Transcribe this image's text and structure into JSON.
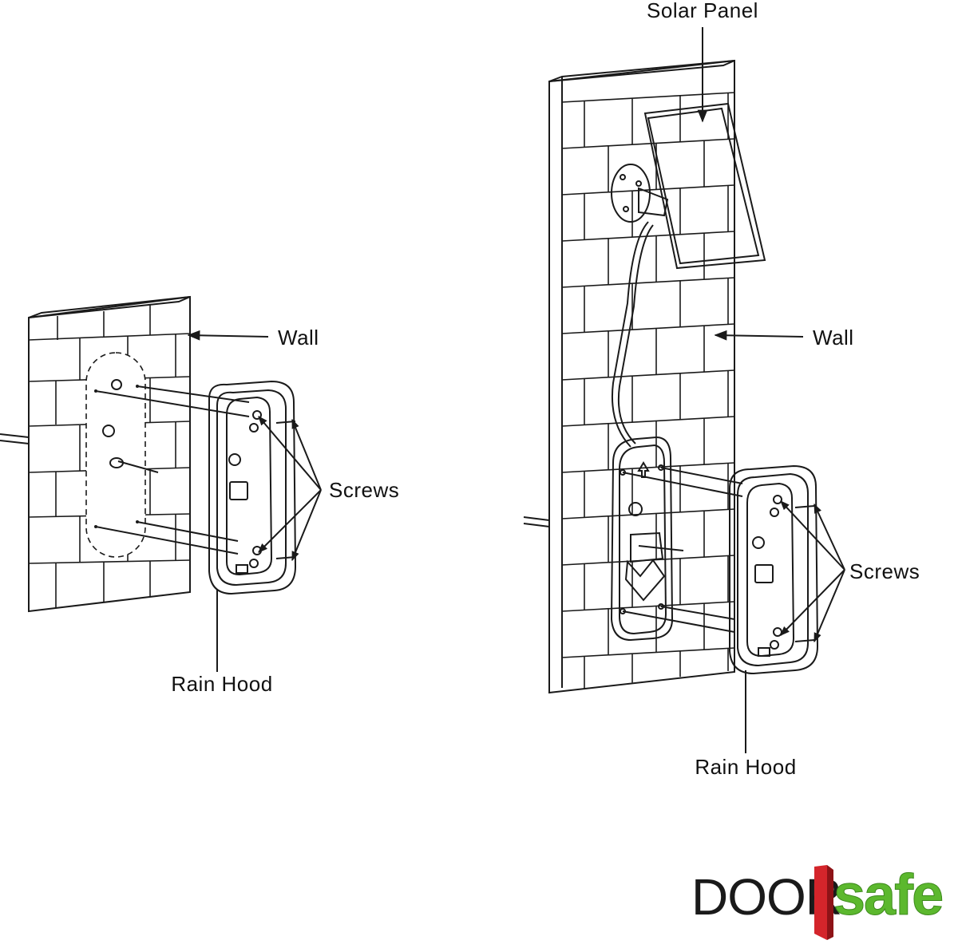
{
  "labels": {
    "solar_panel": "Solar Panel",
    "wall_left": "Wall",
    "wall_right": "Wall",
    "screws_left": "Screws",
    "screws_right": "Screws",
    "rain_hood_left": "Rain Hood",
    "rain_hood_right": "Rain Hood"
  },
  "logo": {
    "word1": "DOOR",
    "word2": "safe",
    "colors": {
      "word1": "#1a1a1a",
      "bar": "#d4252b",
      "word2": "#5cb82e"
    }
  }
}
